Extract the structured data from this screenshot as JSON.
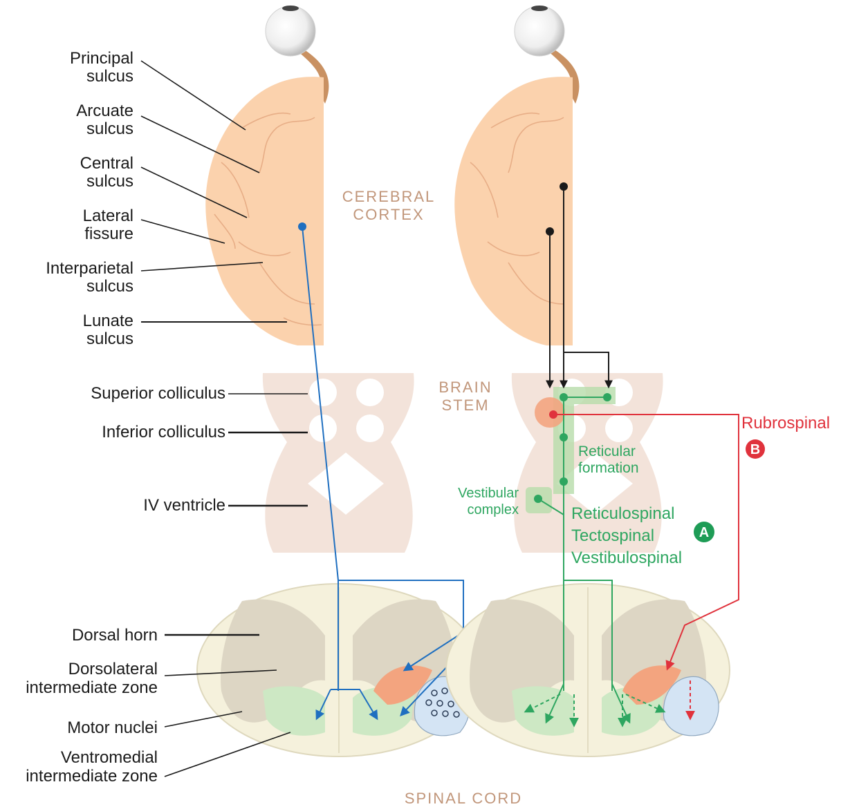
{
  "left_labels": {
    "principal_sulcus": [
      "Principal",
      "sulcus"
    ],
    "arcuate_sulcus": [
      "Arcuate",
      "sulcus"
    ],
    "central_sulcus": [
      "Central",
      "sulcus"
    ],
    "lateral_fissure": [
      "Lateral",
      "fissure"
    ],
    "interparietal_sulcus": [
      "Interparietal",
      "sulcus"
    ],
    "lunate_sulcus": [
      "Lunate",
      "sulcus"
    ],
    "superior_colliculus": "Superior colliculus",
    "inferior_colliculus": "Inferior colliculus",
    "iv_ventricle": "IV ventricle",
    "dorsal_horn": "Dorsal horn",
    "dorsolateral_zone": [
      "Dorsolateral",
      "intermediate zone"
    ],
    "motor_nuclei": "Motor nuclei",
    "ventromedial_zone": [
      "Ventromedial",
      "intermediate zone"
    ]
  },
  "regions": {
    "cerebral_cortex": [
      "CEREBRAL",
      "CORTEX"
    ],
    "brain_stem": [
      "BRAIN",
      "STEM"
    ],
    "spinal_cord": "SPINAL CORD"
  },
  "pathways": {
    "rubrospinal": "Rubrospinal",
    "badge_b": "B",
    "reticular_formation": [
      "Reticular",
      "formation"
    ],
    "vestibular_complex": [
      "Vestibular",
      "complex"
    ],
    "medial_tracts": [
      "Reticulospinal",
      "Tectospinal",
      "Vestibulospinal"
    ],
    "badge_a": "A"
  },
  "colors": {
    "cortex": "#fbd2ad",
    "brainstem": "#f3e3da",
    "spinal_cord": "#f5f1dc",
    "green_zone": "#cde8c4",
    "orange_zone": "#f3a47f",
    "blue_zone": "#d4e4f4",
    "blue_path": "#1f6fc0",
    "green_path": "#2ea660",
    "red_path": "#e0323c"
  }
}
